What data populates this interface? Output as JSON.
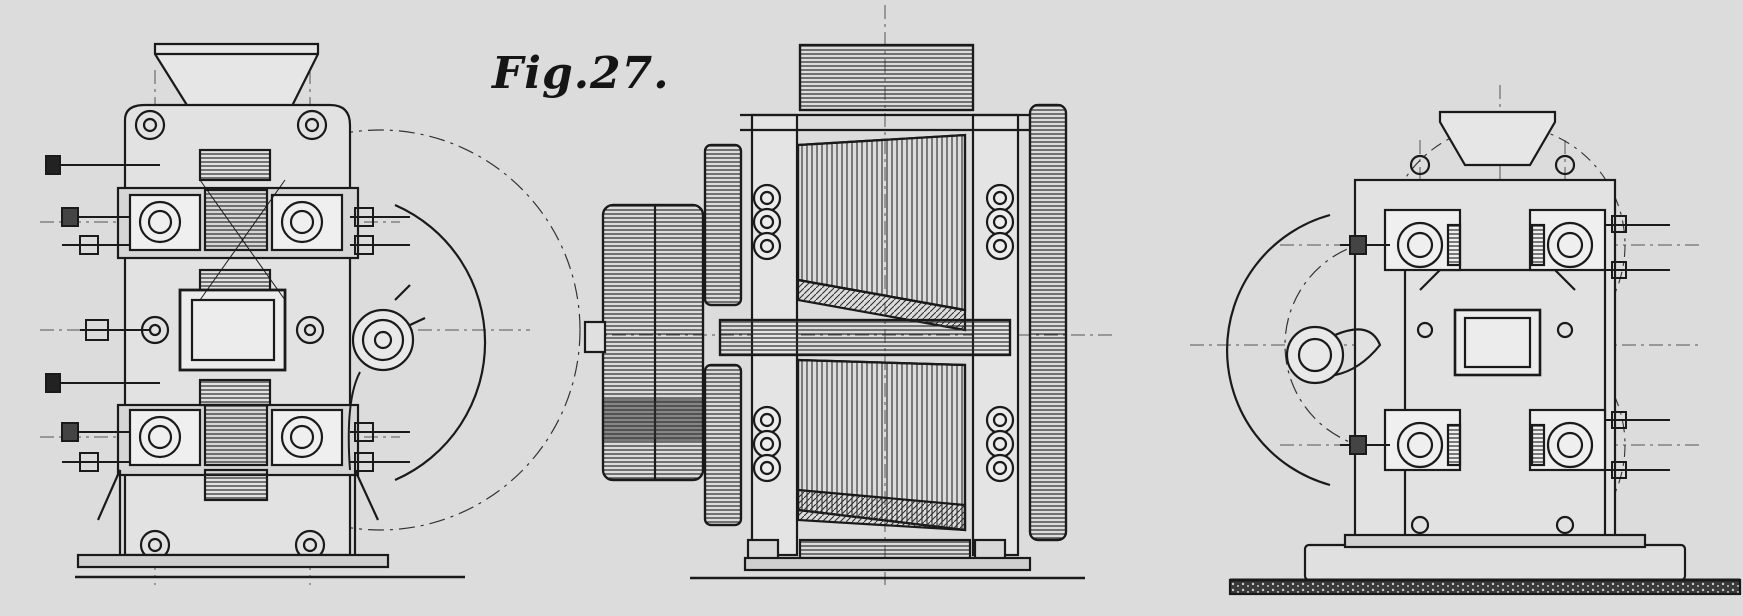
{
  "figure": {
    "label": "Fig.27.",
    "palette": {
      "paper": "#dcdcdc",
      "ink": "#1a1a1a",
      "shade": "#5a5a5a"
    },
    "views": [
      {
        "id": "left-elevation",
        "description_icon": "roller-mill-front-view"
      },
      {
        "id": "center-section",
        "description_icon": "roller-mill-side-view"
      },
      {
        "id": "right-elevation",
        "description_icon": "roller-mill-rear-view"
      }
    ]
  }
}
